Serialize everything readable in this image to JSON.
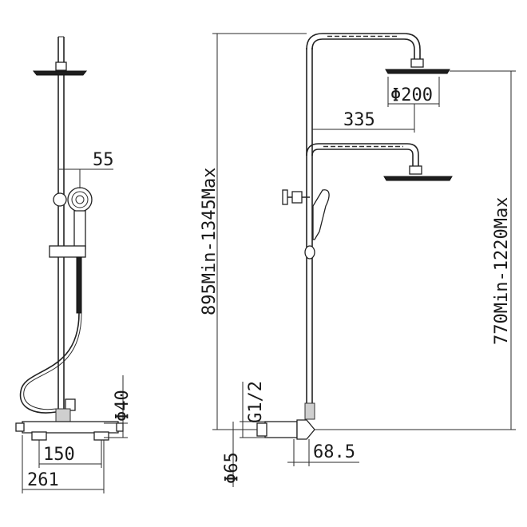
{
  "dimensions": {
    "hand_shower_offset": "55",
    "outlet_spacing": "150",
    "overall_width": "261",
    "valve_diameter": "Φ40",
    "head_diameter": "Φ200",
    "arm_reach": "335",
    "total_height": "895Min-1345Max",
    "head_height": "770Min-1220Max",
    "thread": "G1/2",
    "body_diameter": "Φ65",
    "wall_offset": "68.5"
  }
}
